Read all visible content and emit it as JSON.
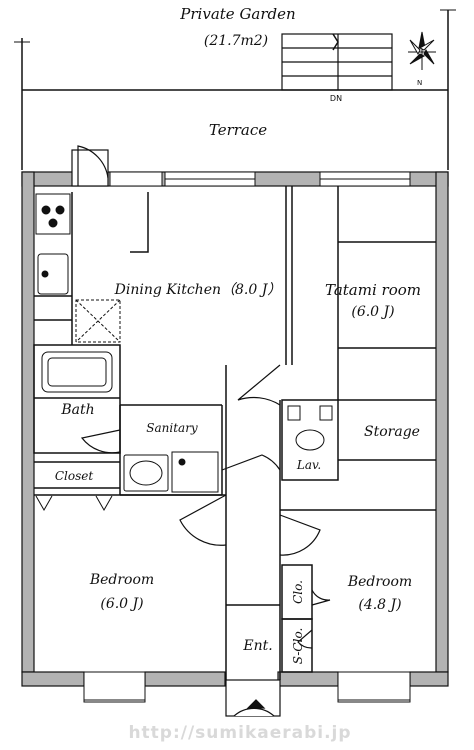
{
  "garden": {
    "label": "Private Garden",
    "area": "(21.7m2)"
  },
  "stair_mark": "DN",
  "compass": "N",
  "terrace": "Terrace",
  "rooms": {
    "dining_kitchen": "Dining Kitchen（8.0 J）",
    "tatami_name": "Tatami room",
    "tatami_size": "(6.0 J)",
    "storage": "Storage",
    "bath": "Bath",
    "sanitary": "Sanitary",
    "lav": "Lav.",
    "closet": "Closet",
    "bedroom1_name": "Bedroom",
    "bedroom1_size": "(6.0 J)",
    "bedroom2_name": "Bedroom",
    "bedroom2_size": "(4.8 J)",
    "clo": "Clo.",
    "s_clo": "S-Clo.",
    "ent": "Ent."
  },
  "watermark": "http://sumikaerabi.jp",
  "colors": {
    "wall": "#b3b3b3",
    "line": "#111111",
    "watermark": "#d9d9d9"
  }
}
